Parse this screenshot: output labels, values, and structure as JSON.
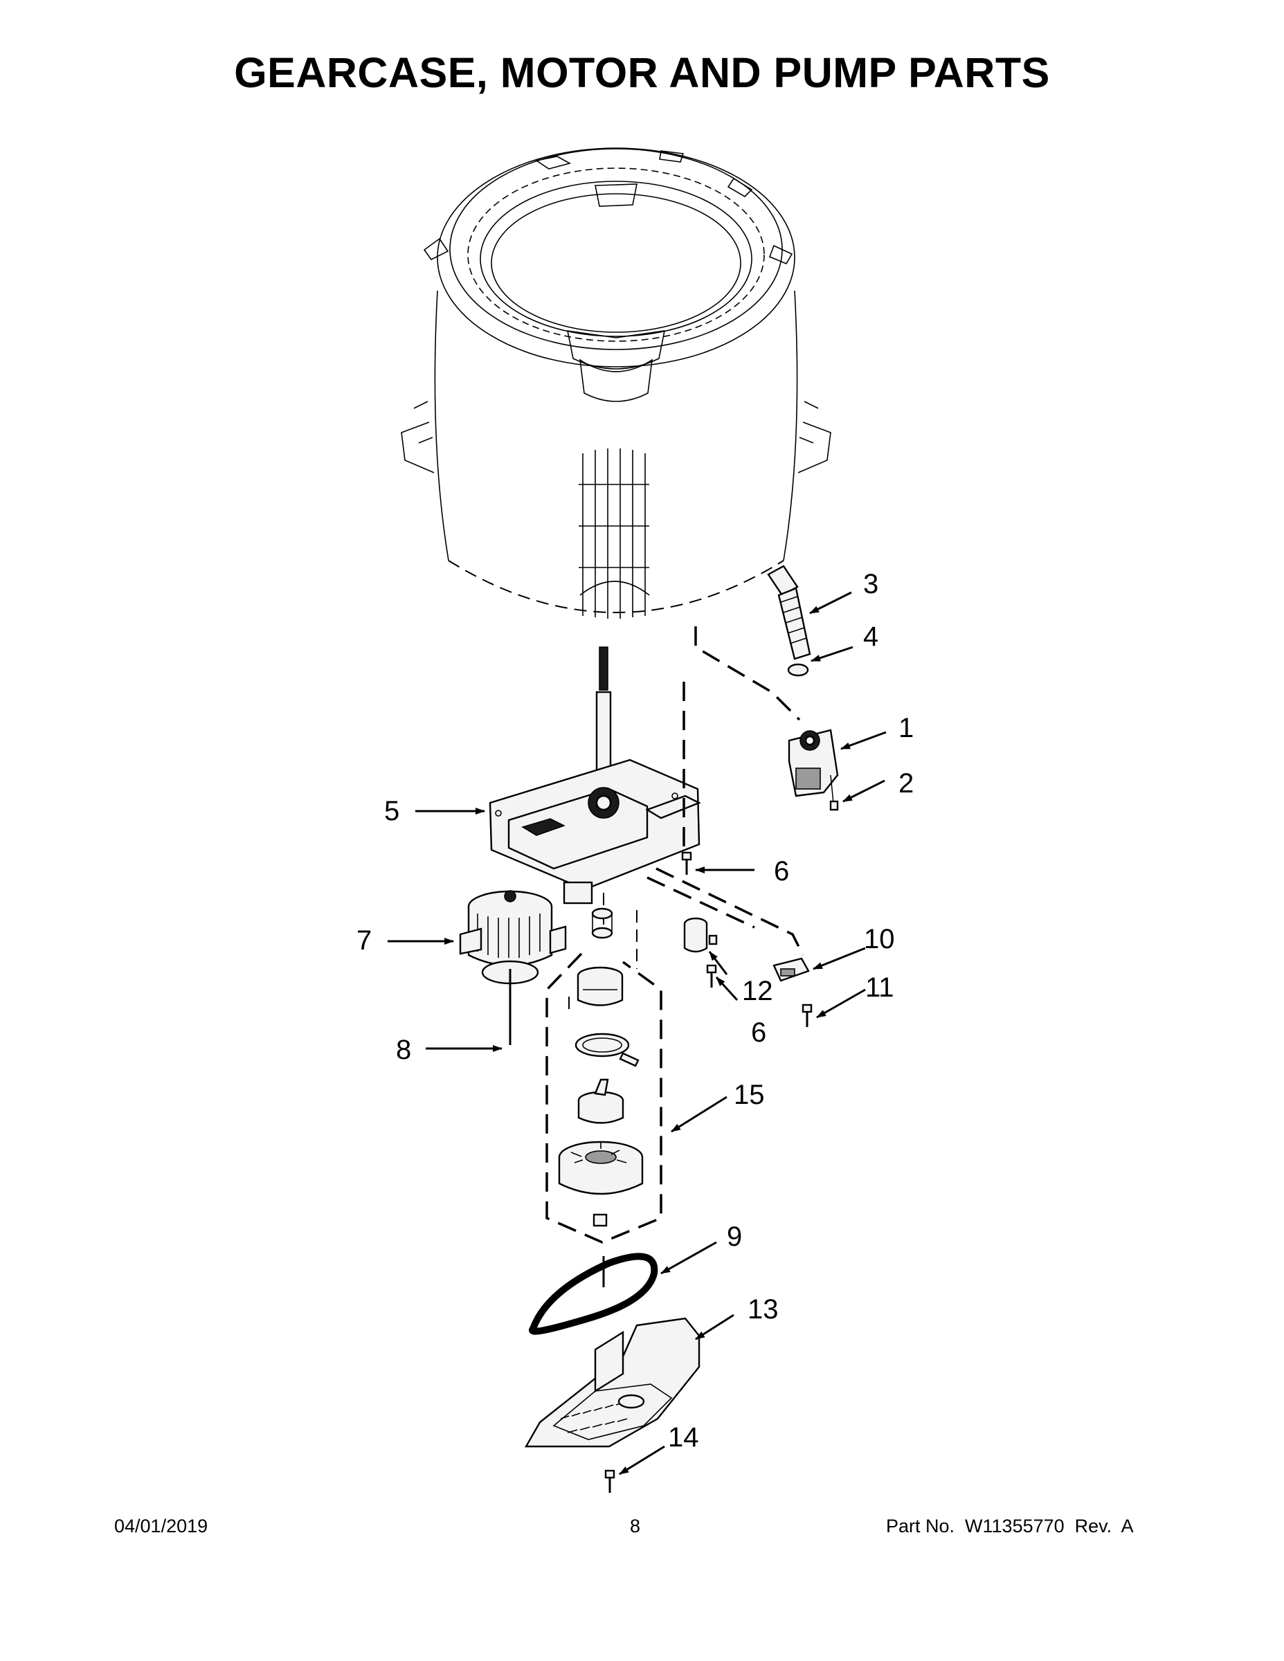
{
  "page": {
    "title": "GEARCASE, MOTOR AND PUMP PARTS",
    "date": "04/01/2019",
    "page_number": "8",
    "part_number": "Part No.  W11355770  Rev.  A"
  },
  "callouts": [
    {
      "id": "c1",
      "label": "1"
    },
    {
      "id": "c2",
      "label": "2"
    },
    {
      "id": "c3",
      "label": "3"
    },
    {
      "id": "c4",
      "label": "4"
    },
    {
      "id": "c5",
      "label": "5"
    },
    {
      "id": "c6a",
      "label": "6"
    },
    {
      "id": "c6b",
      "label": "6"
    },
    {
      "id": "c7",
      "label": "7"
    },
    {
      "id": "c8",
      "label": "8"
    },
    {
      "id": "c9",
      "label": "9"
    },
    {
      "id": "c10",
      "label": "10"
    },
    {
      "id": "c11",
      "label": "11"
    },
    {
      "id": "c12",
      "label": "12"
    },
    {
      "id": "c13",
      "label": "13"
    },
    {
      "id": "c14",
      "label": "14"
    },
    {
      "id": "c15",
      "label": "15"
    }
  ]
}
